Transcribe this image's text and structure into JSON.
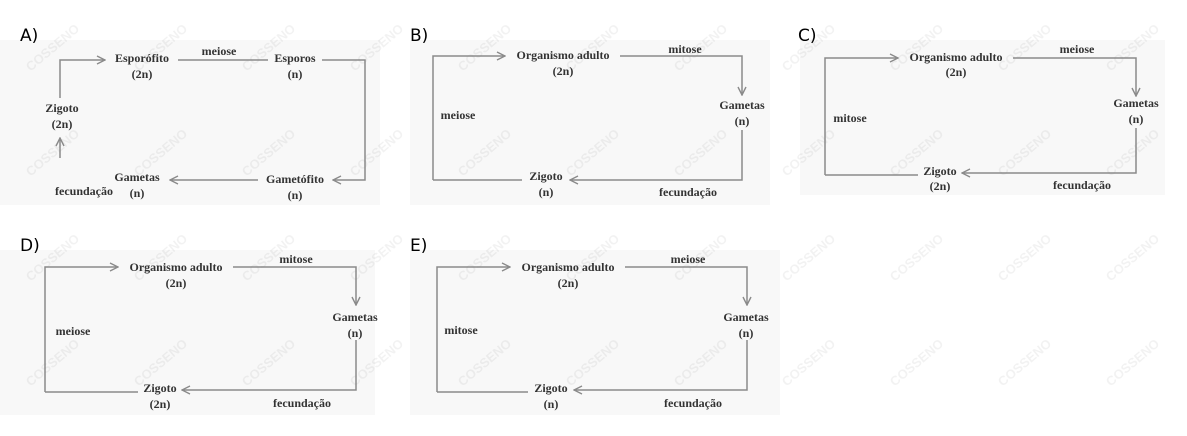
{
  "watermark": "COSSENO",
  "options": {
    "A": {
      "letter": "A)",
      "n1": "Esporófito",
      "n1b": "(2n)",
      "n2": "Esporos",
      "n2b": "(n)",
      "n3": "Gametófito",
      "n3b": "(n)",
      "n4": "Gametas",
      "n4b": "(n)",
      "n5": "Zigoto",
      "n5b": "(2n)",
      "e_top": "meiose",
      "e_left": "fecundação"
    },
    "B": {
      "letter": "B)",
      "top": "Organismo adulto",
      "top_b": "(2n)",
      "right": "Gametas",
      "right_b": "(n)",
      "bottom": "Zigoto",
      "bottom_b": "(n)",
      "e_top": "mitose",
      "e_bottom": "fecundação",
      "e_left": "meiose"
    },
    "C": {
      "letter": "C)",
      "top": "Organismo adulto",
      "top_b": "(2n)",
      "right": "Gametas",
      "right_b": "(n)",
      "bottom": "Zigoto",
      "bottom_b": "(2n)",
      "e_top": "meiose",
      "e_bottom": "fecundação",
      "e_left": "mitose"
    },
    "D": {
      "letter": "D)",
      "top": "Organismo adulto",
      "top_b": "(2n)",
      "right": "Gametas",
      "right_b": "(n)",
      "bottom": "Zigoto",
      "bottom_b": "(2n)",
      "e_top": "mitose",
      "e_bottom": "fecundação",
      "e_left": "meiose"
    },
    "E": {
      "letter": "E)",
      "top": "Organismo adulto",
      "top_b": "(2n)",
      "right": "Gametas",
      "right_b": "(n)",
      "bottom": "Zigoto",
      "bottom_b": "(n)",
      "e_top": "meiose",
      "e_bottom": "fecundação",
      "e_left": "mitose"
    }
  }
}
